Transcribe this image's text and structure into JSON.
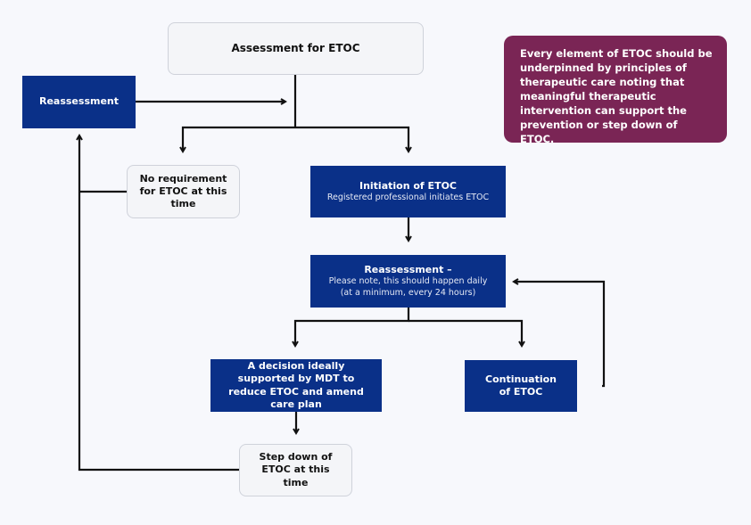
{
  "diagram": {
    "nodes": {
      "assessment": {
        "title": "Assessment for ETOC"
      },
      "reassessment_top": {
        "title": "Reassessment"
      },
      "no_requirement": {
        "title": "No requirement for ETOC at this time"
      },
      "initiation": {
        "title": "Initiation of ETOC",
        "subtitle": "Registered professional initiates ETOC"
      },
      "reassessment_daily": {
        "title": "Reassessment –",
        "subtitle_line1": "Please note, this should happen daily",
        "subtitle_line2": "(at a minimum, every 24 hours)"
      },
      "decision": {
        "title": "A decision ideally supported by MDT to reduce ETOC and amend care plan"
      },
      "continuation": {
        "title": "Continuation of ETOC"
      },
      "step_down": {
        "title": "Step down of ETOC at this time"
      }
    },
    "note": "Every element of ETOC should be underpinned by principles of therapeutic care noting that meaningful therapeutic intervention can support the prevention or step down of ETOC.",
    "colors": {
      "dark_node": "#0a3088",
      "light_node": "#f4f5f8",
      "note": "#7a2555",
      "connector": "#111111"
    }
  }
}
